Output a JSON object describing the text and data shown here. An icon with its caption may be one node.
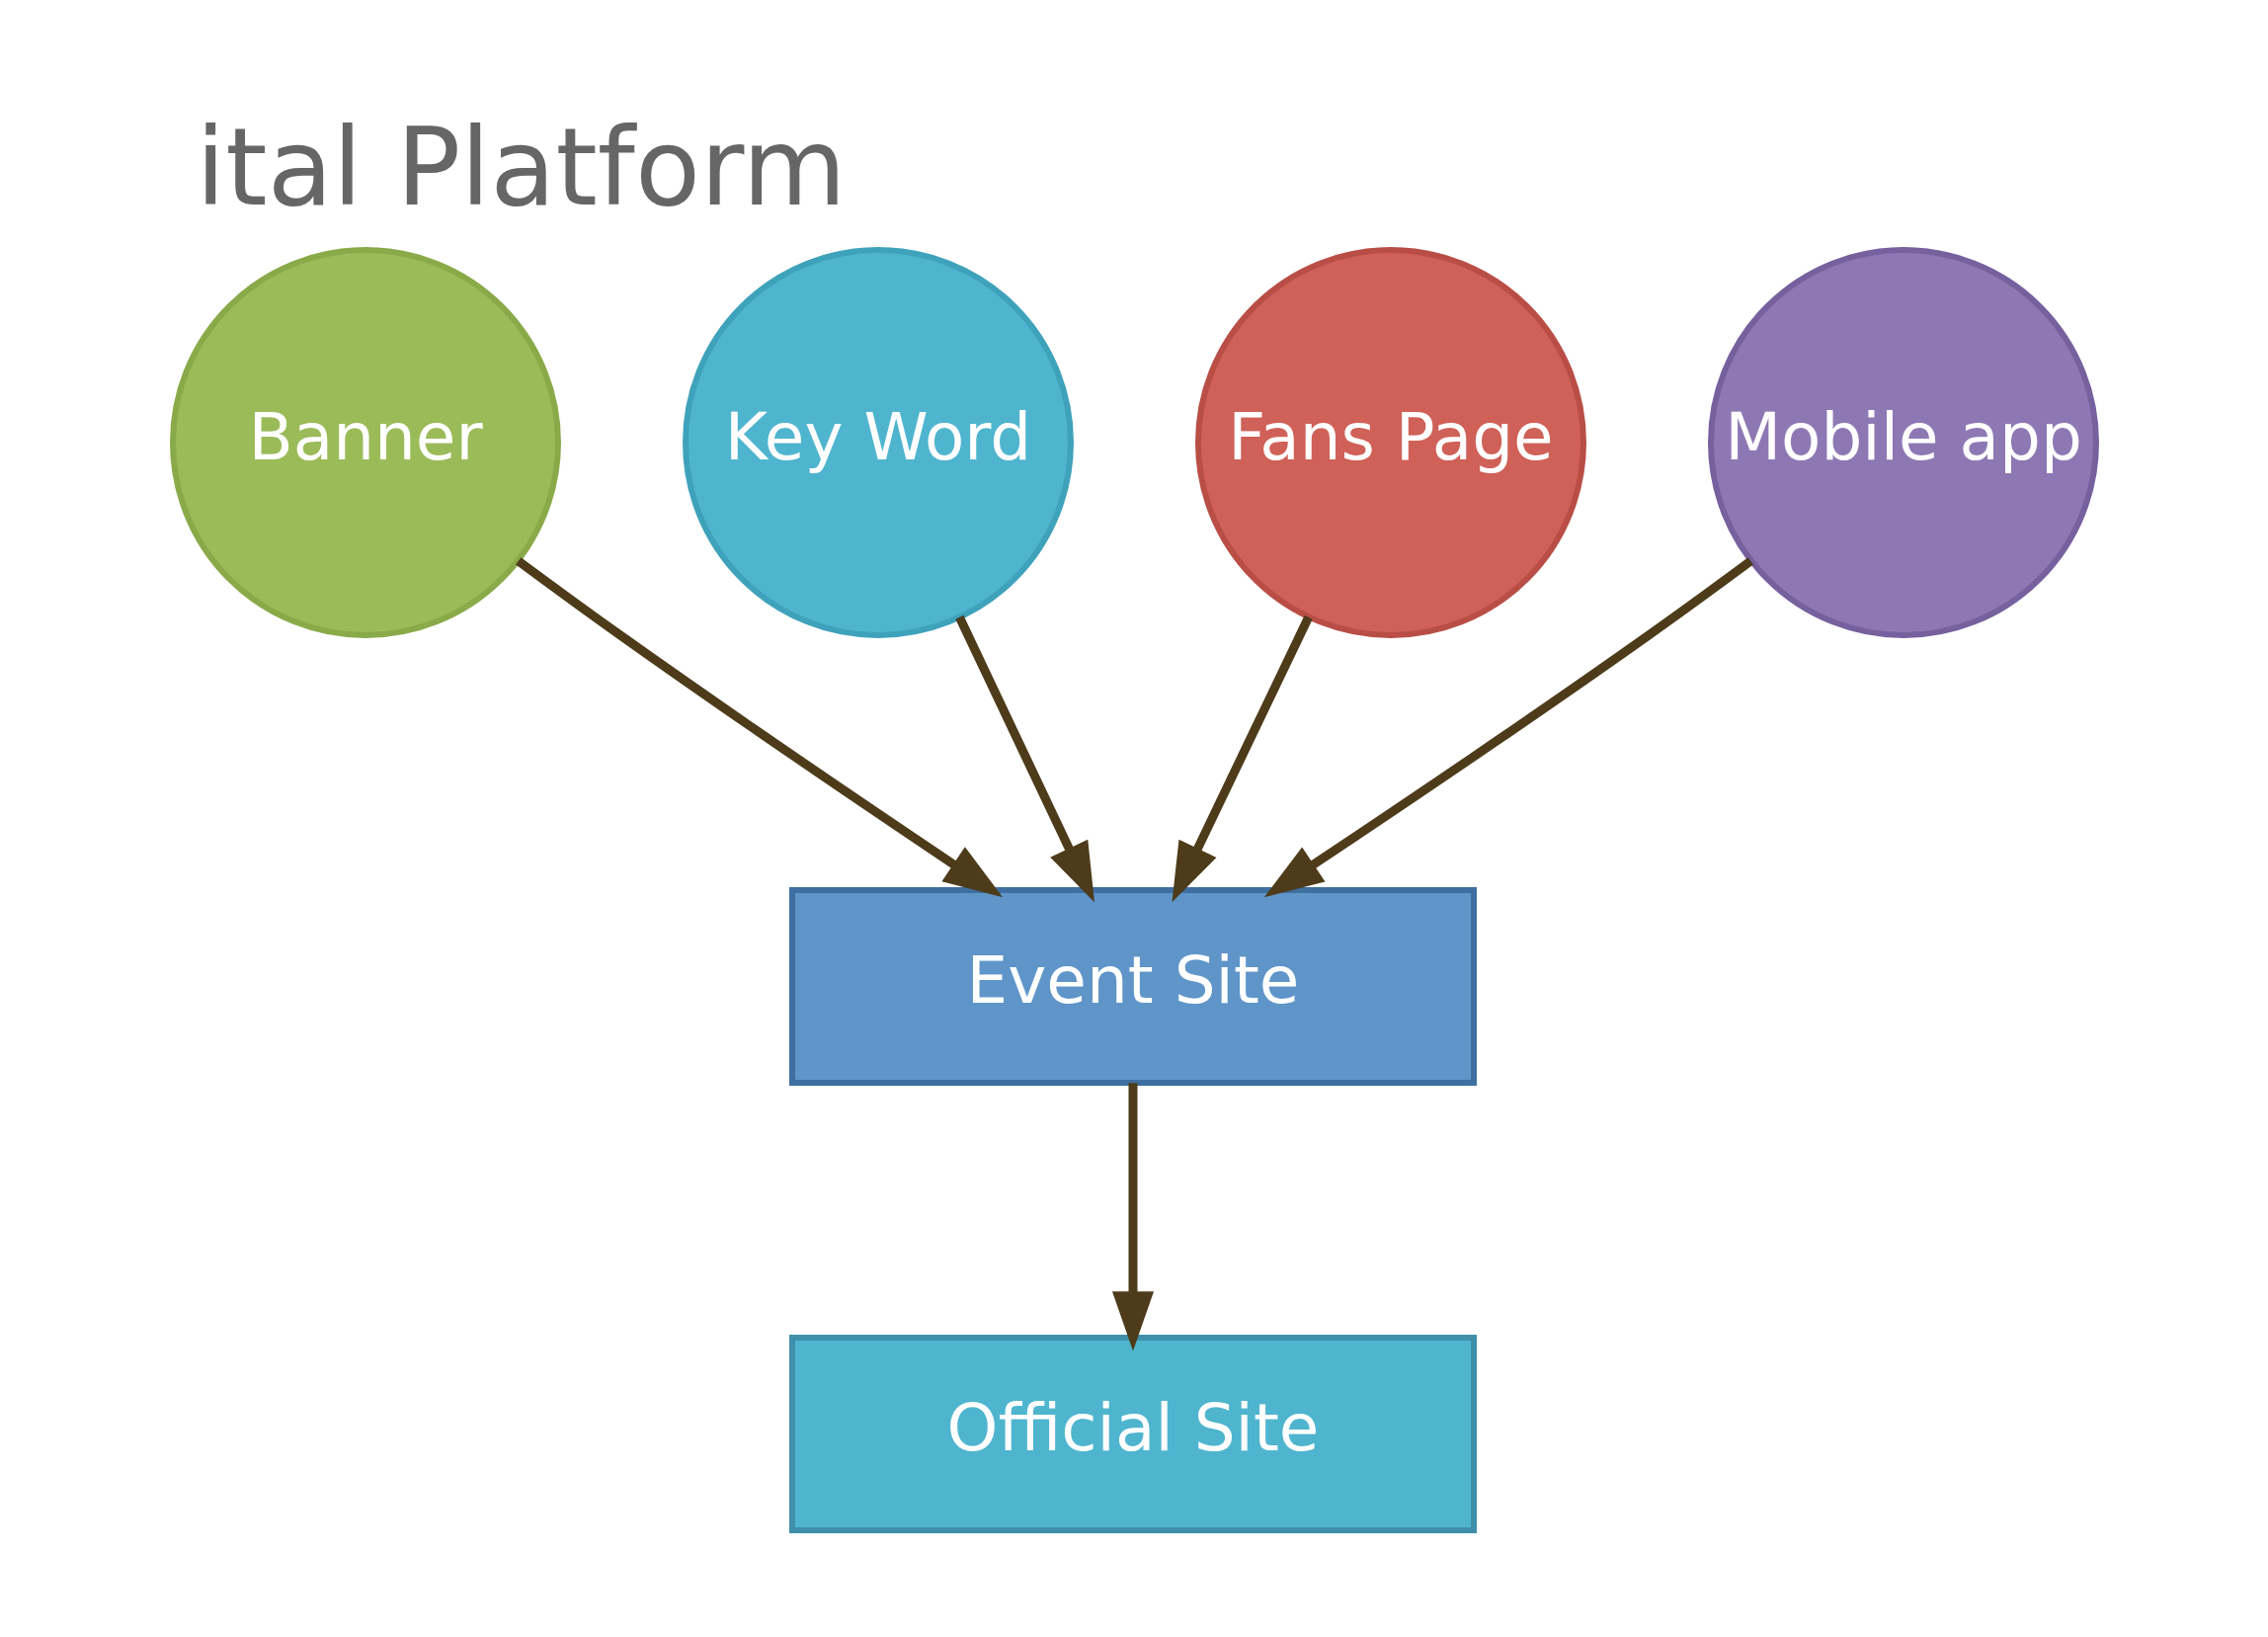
{
  "diagram": {
    "title": "ital Platform",
    "nodes": [
      {
        "text": [
          "Banner"
        ]
      },
      {
        "text": [
          "Key Word"
        ]
      },
      {
        "text": [
          "Fans Page"
        ]
      },
      {
        "text": [
          "Mobile app"
        ]
      },
      {
        "text": [
          "Event Site"
        ]
      },
      {
        "text": [
          "Official Site"
        ]
      }
    ],
    "edges": [
      {
        "from": 0,
        "to": 4,
        "arrow": "to"
      },
      {
        "from": 1,
        "to": 4,
        "arrow": "to"
      },
      {
        "from": 2,
        "to": 4,
        "arrow": "to"
      },
      {
        "from": 3,
        "to": 4,
        "arrow": "to"
      },
      {
        "from": 4,
        "to": 5,
        "arrow": "to"
      }
    ]
  }
}
